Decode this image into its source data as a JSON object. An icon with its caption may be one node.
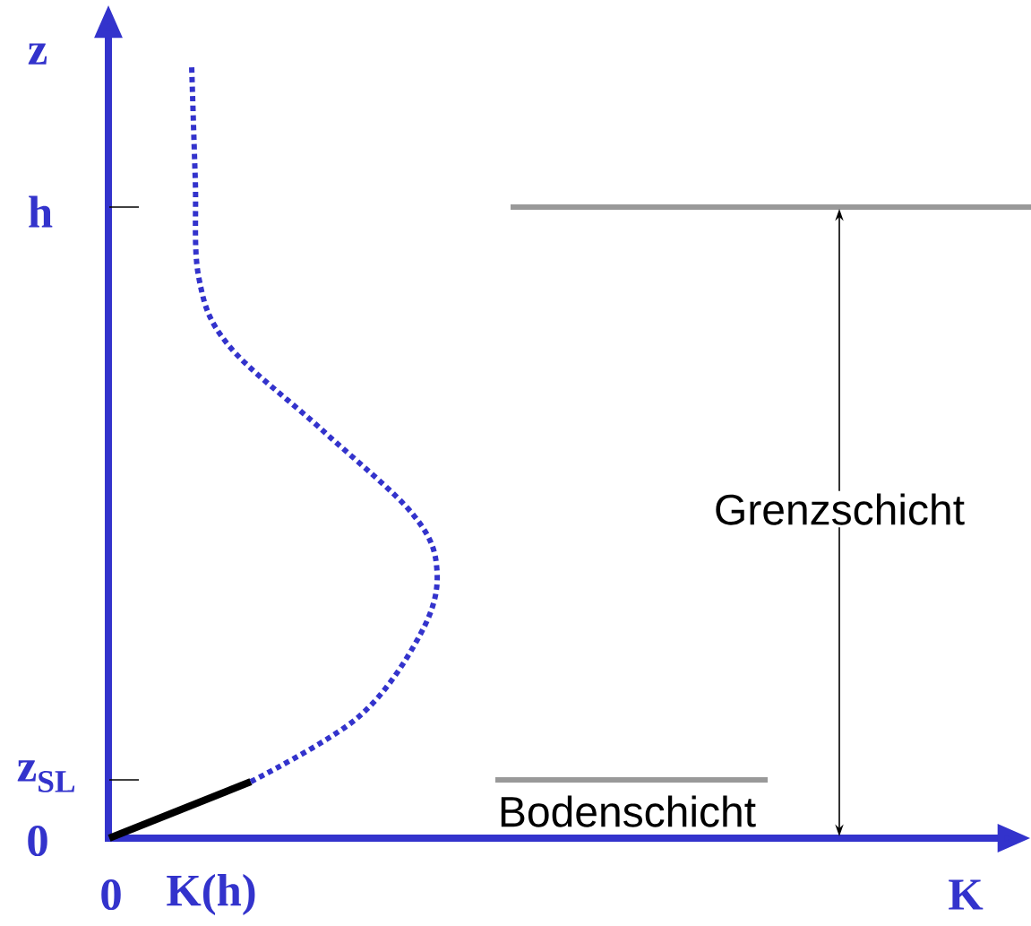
{
  "diagram": {
    "labels": [
      "z",
      "h",
      "z$_{SL}$",
      "0",
      "0",
      "K(h)",
      "K",
      "Grenzschicht",
      "Bodenschicht"
    ]
  }
}
